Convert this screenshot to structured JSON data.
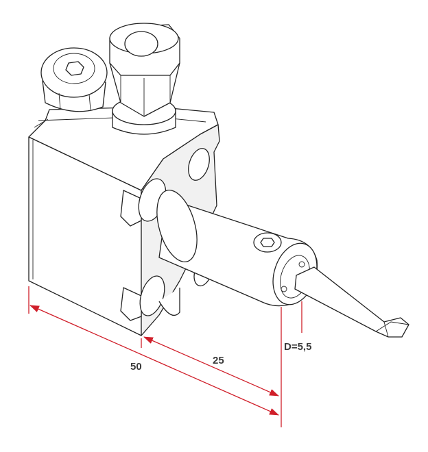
{
  "dimensions": {
    "total_length": "50",
    "half_length": "25",
    "diameter": "D=5,5"
  },
  "colors": {
    "dimension_line": "#d01f2a",
    "outline": "#222222",
    "label_text": "#3a3a3a"
  }
}
